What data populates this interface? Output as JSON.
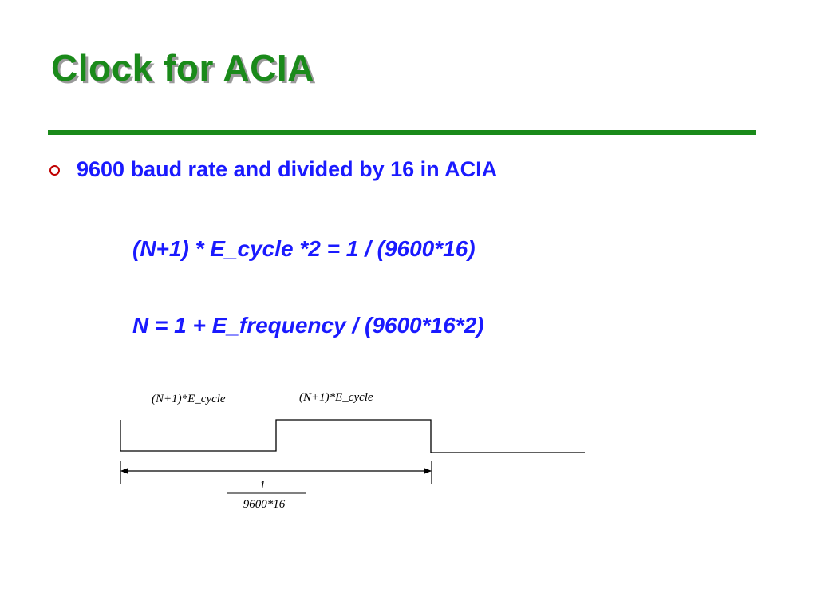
{
  "slide": {
    "title": "Clock for ACIA",
    "bullet": "9600 baud rate and divided by 16 in ACIA",
    "formula_1": "(N+1) * E_cycle *2 = 1 / (9600*16)",
    "formula_2": "N = 1 + E_frequency / (9600*16*2)"
  },
  "diagram": {
    "label_low": "(N+1)*E_cycle",
    "label_high": "(N+1)*E_cycle",
    "fraction_numerator": "1",
    "fraction_denominator": "9600*16"
  },
  "colors": {
    "title": "#1a8a1a",
    "rule": "#1a8a1a",
    "text": "#1a1aff",
    "bullet": "#c00000"
  }
}
